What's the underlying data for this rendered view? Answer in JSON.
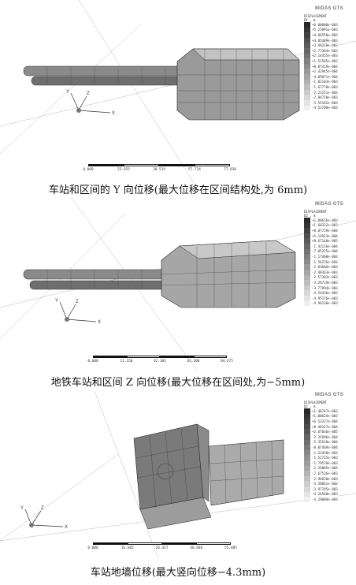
{
  "panels": [
    {
      "logo": "MIDAS GTS",
      "legend_title": [
        "DISPLACEMENT",
        "DY , m"
      ],
      "legend_values": [
        "+6.00000e-003",
        "+5.25891e-003",
        "+4.66550e-003",
        "+4.05409e-003",
        "+3.40318e-003",
        "+2.77364e-003",
        "+2.14455e-003",
        "+1.51585e-003",
        "+8.87419e-004",
        "+2.42945e-004",
        "-4.09071e-004",
        "-1.02183e-003",
        "-1.67778e-003",
        "-2.23251e-003",
        "-2.84710e-003",
        "-3.55181e-003",
        "-4.53708e-003"
      ],
      "scale_ticks": [
        "0.000",
        "23.925",
        "38.519",
        "57.734",
        "77.830"
      ],
      "caption": "车站和区间的 Y 向位移(最大位移在区间结构处,为 6mm)"
    },
    {
      "logo": "MIDAS GTS",
      "legend_title": [
        "DISPLACEMENT",
        "DZ , m"
      ],
      "legend_values": [
        "+1.00616e-003",
        "+1.60322e-003",
        "+8.07729e-004",
        "+5.14923e-004",
        "+8.67148e-005",
        "-1.42116e-004",
        "-7.85225e-004",
        "-1.17460e-003",
        "-1.56376e-003",
        "-2.03666e-003",
        "-2.40363e-003",
        "-2.57303e-003",
        "-3.28719e-003",
        "-3.77994e-003",
        "-4.54436e-003",
        "-4.95176e-003",
        "-4.96130e-003"
      ],
      "scale_ticks": [
        "0.000",
        "21.150",
        "42.301",
        "63.300",
        "84.675"
      ],
      "caption": "地铁车站和区间 Z 向位移(最大位移在区间处,为−5mm)"
    },
    {
      "logo": "MIDAS GTS",
      "legend_title": [
        "DISPLACEMENT",
        "DZ , m"
      ],
      "legend_values": [
        "+1.48747e-003",
        "+1.08624e-003",
        "+6.53327e-004",
        "+8.48327e-004",
        "+2.67036e-005",
        "-2.35696e-004",
        "-5.35610e-004",
        "-8.07469e-004",
        "-1.22458e-003",
        "-1.51715e-003",
        "-1.79570e-003",
        "-2.34085e-003",
        "-2.67526e-003",
        "-2.96650e-003",
        "-3.58861e-003",
        "-3.97195e-003",
        "-4.26560e-003",
        "-4.29009e-003"
      ],
      "scale_ticks": [
        "0.000",
        "16.605",
        "26.417",
        "40.840",
        "55.805"
      ],
      "caption": "车站地墙位移(最大竖向位移−4.3mm)"
    }
  ],
  "colors": {
    "background": "#ffffff",
    "mesh_dark": "#555555",
    "mesh_light": "#b5b5b5"
  }
}
